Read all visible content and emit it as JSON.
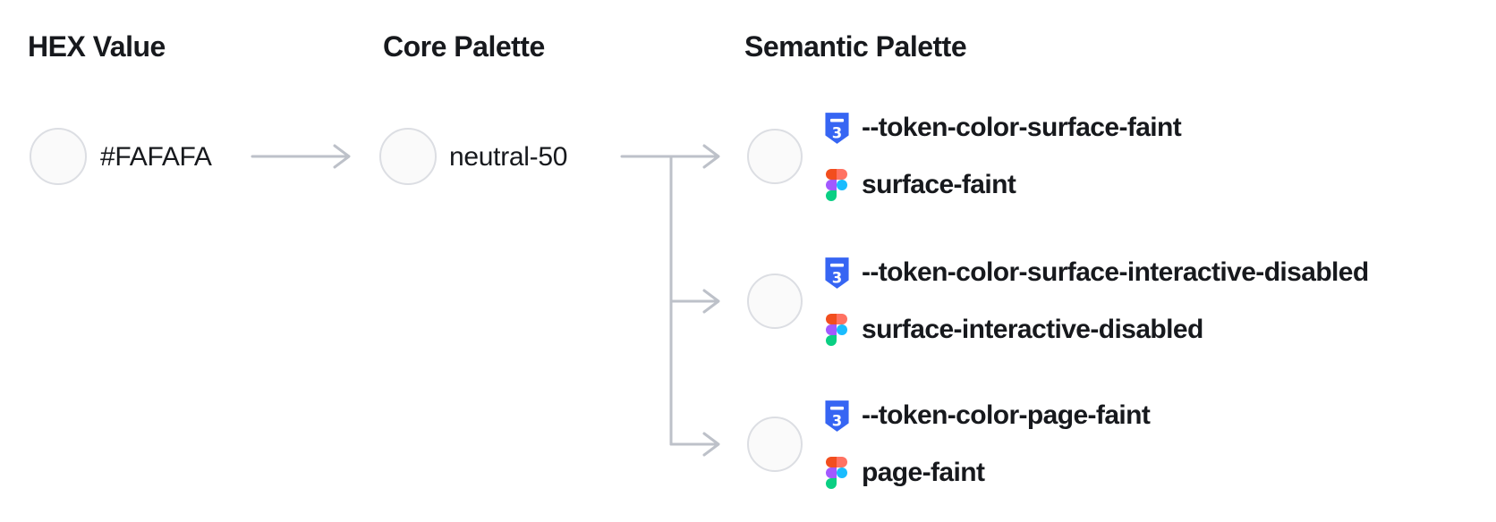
{
  "columns": {
    "hex_title": "HEX Value",
    "core_title": "Core Palette",
    "semantic_title": "Semantic Palette"
  },
  "hex": {
    "value": "#FAFAFA"
  },
  "core": {
    "name": "neutral-50"
  },
  "semantic_tokens": [
    {
      "css_variable": "--token-color-surface-faint",
      "figma_style": "surface-faint"
    },
    {
      "css_variable": "--token-color-surface-interactive-disabled",
      "figma_style": "surface-interactive-disabled"
    },
    {
      "css_variable": "--token-color-page-faint",
      "figma_style": "page-faint"
    }
  ],
  "icons": {
    "css": "css3-badge-icon",
    "figma": "figma-logo-icon"
  },
  "colors": {
    "swatch_fill": "#FAFAFA",
    "swatch_border": "#DCDEE3",
    "connector": "#BDC1C9",
    "text": "#17191D",
    "css_icon_blue": "#3665F3",
    "figma_orange": "#F24E1E",
    "figma_salmon": "#FF7262",
    "figma_purple": "#A259FF",
    "figma_blue": "#1ABCFE",
    "figma_green": "#0ACF83"
  }
}
